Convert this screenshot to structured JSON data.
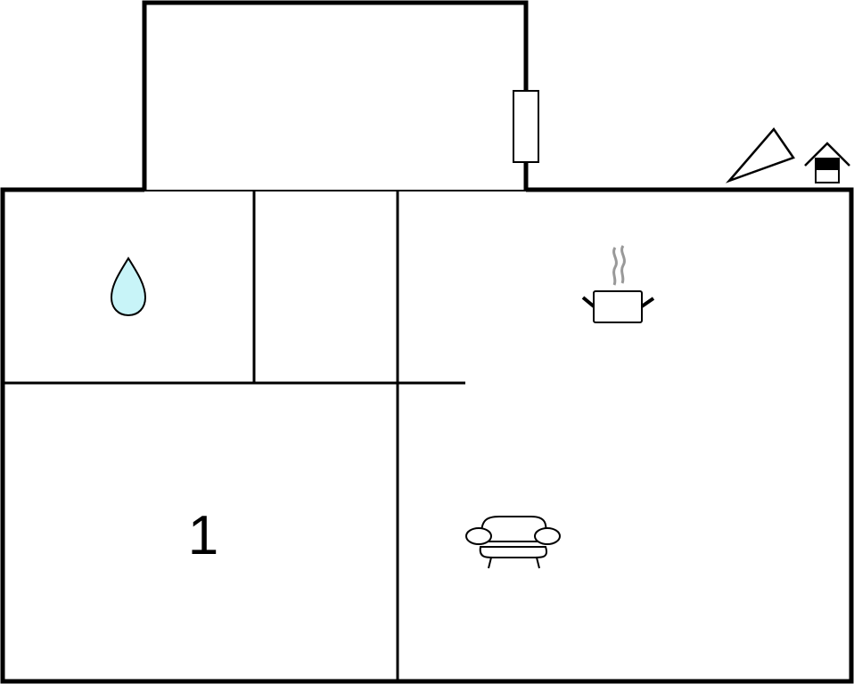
{
  "floorplan": {
    "rooms": [
      {
        "id": "bathroom",
        "icon": "water-drop-icon"
      },
      {
        "id": "hallway"
      },
      {
        "id": "bedroom",
        "label": "1"
      },
      {
        "id": "living-kitchen",
        "icons": [
          "cooking-pot-icon",
          "sofa-icon"
        ]
      }
    ],
    "exterior_icons": [
      "terrace-icon",
      "house-entrance-icon"
    ],
    "colors": {
      "wall": "#000000",
      "water": "#c8f4f8",
      "steam": "#999999"
    }
  }
}
